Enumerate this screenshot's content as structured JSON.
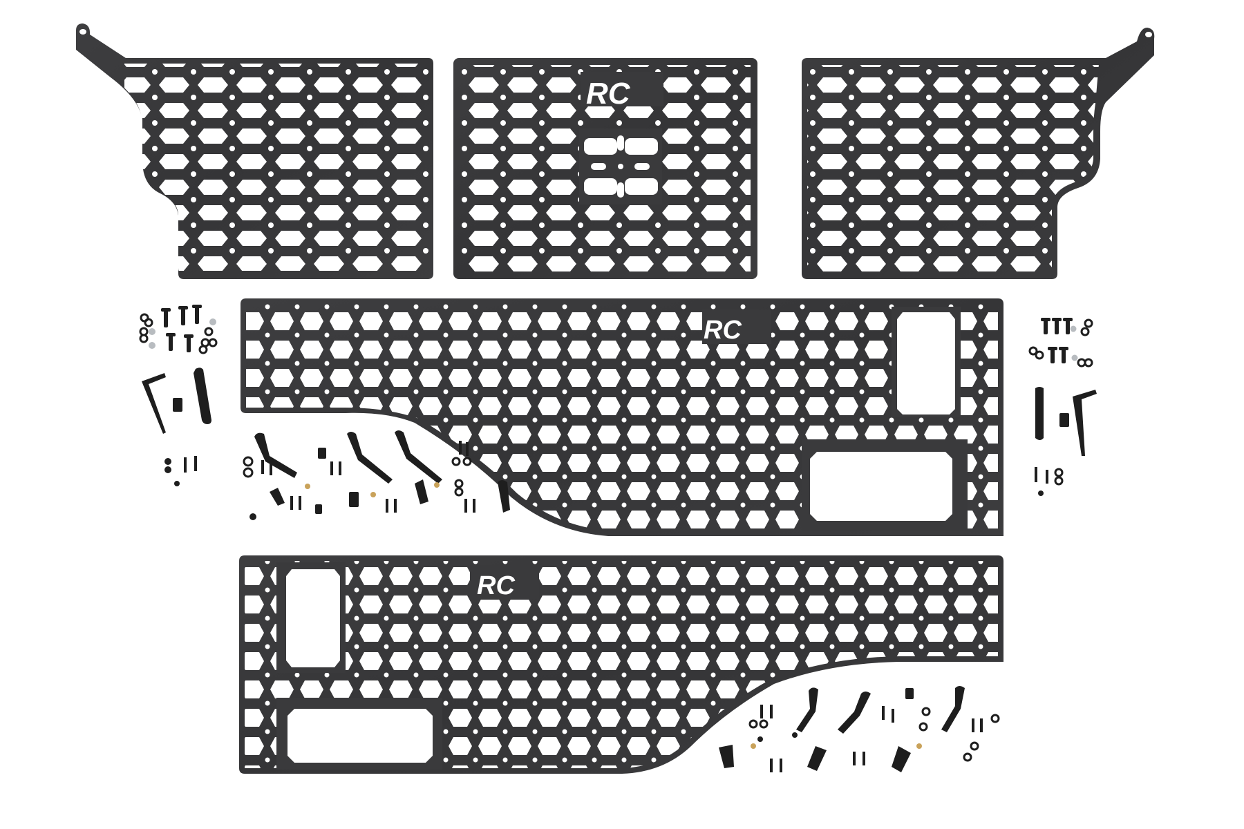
{
  "image": {
    "subject": "Truck bed MOLLE panel kit with mounting hardware",
    "background": "#ffffff",
    "panel_color": "#3a3a3c",
    "hardware_color": "#1e1e1e",
    "zinc_nut_color": "#b8bcc0",
    "brass_nut_color": "#c9a25a"
  },
  "panels": [
    {
      "id": "front-left",
      "logo": ""
    },
    {
      "id": "front-center",
      "logo": "RC"
    },
    {
      "id": "front-right",
      "logo": ""
    },
    {
      "id": "side-driver",
      "logo": "RC"
    },
    {
      "id": "side-passenger",
      "logo": "RC"
    }
  ],
  "hardware_groups": [
    {
      "id": "left-hardware",
      "items": [
        "bolts",
        "washers",
        "nuts",
        "l-bracket",
        "clip-nut",
        "strap"
      ]
    },
    {
      "id": "right-hardware",
      "items": [
        "bolts",
        "washers",
        "nuts",
        "l-bracket",
        "clip-nut",
        "strap"
      ]
    },
    {
      "id": "middle-hardware",
      "items": [
        "brackets",
        "bolts",
        "washers",
        "nuts"
      ]
    },
    {
      "id": "bottom-right-hardware",
      "items": [
        "brackets",
        "bolts",
        "washers",
        "nuts"
      ]
    }
  ]
}
